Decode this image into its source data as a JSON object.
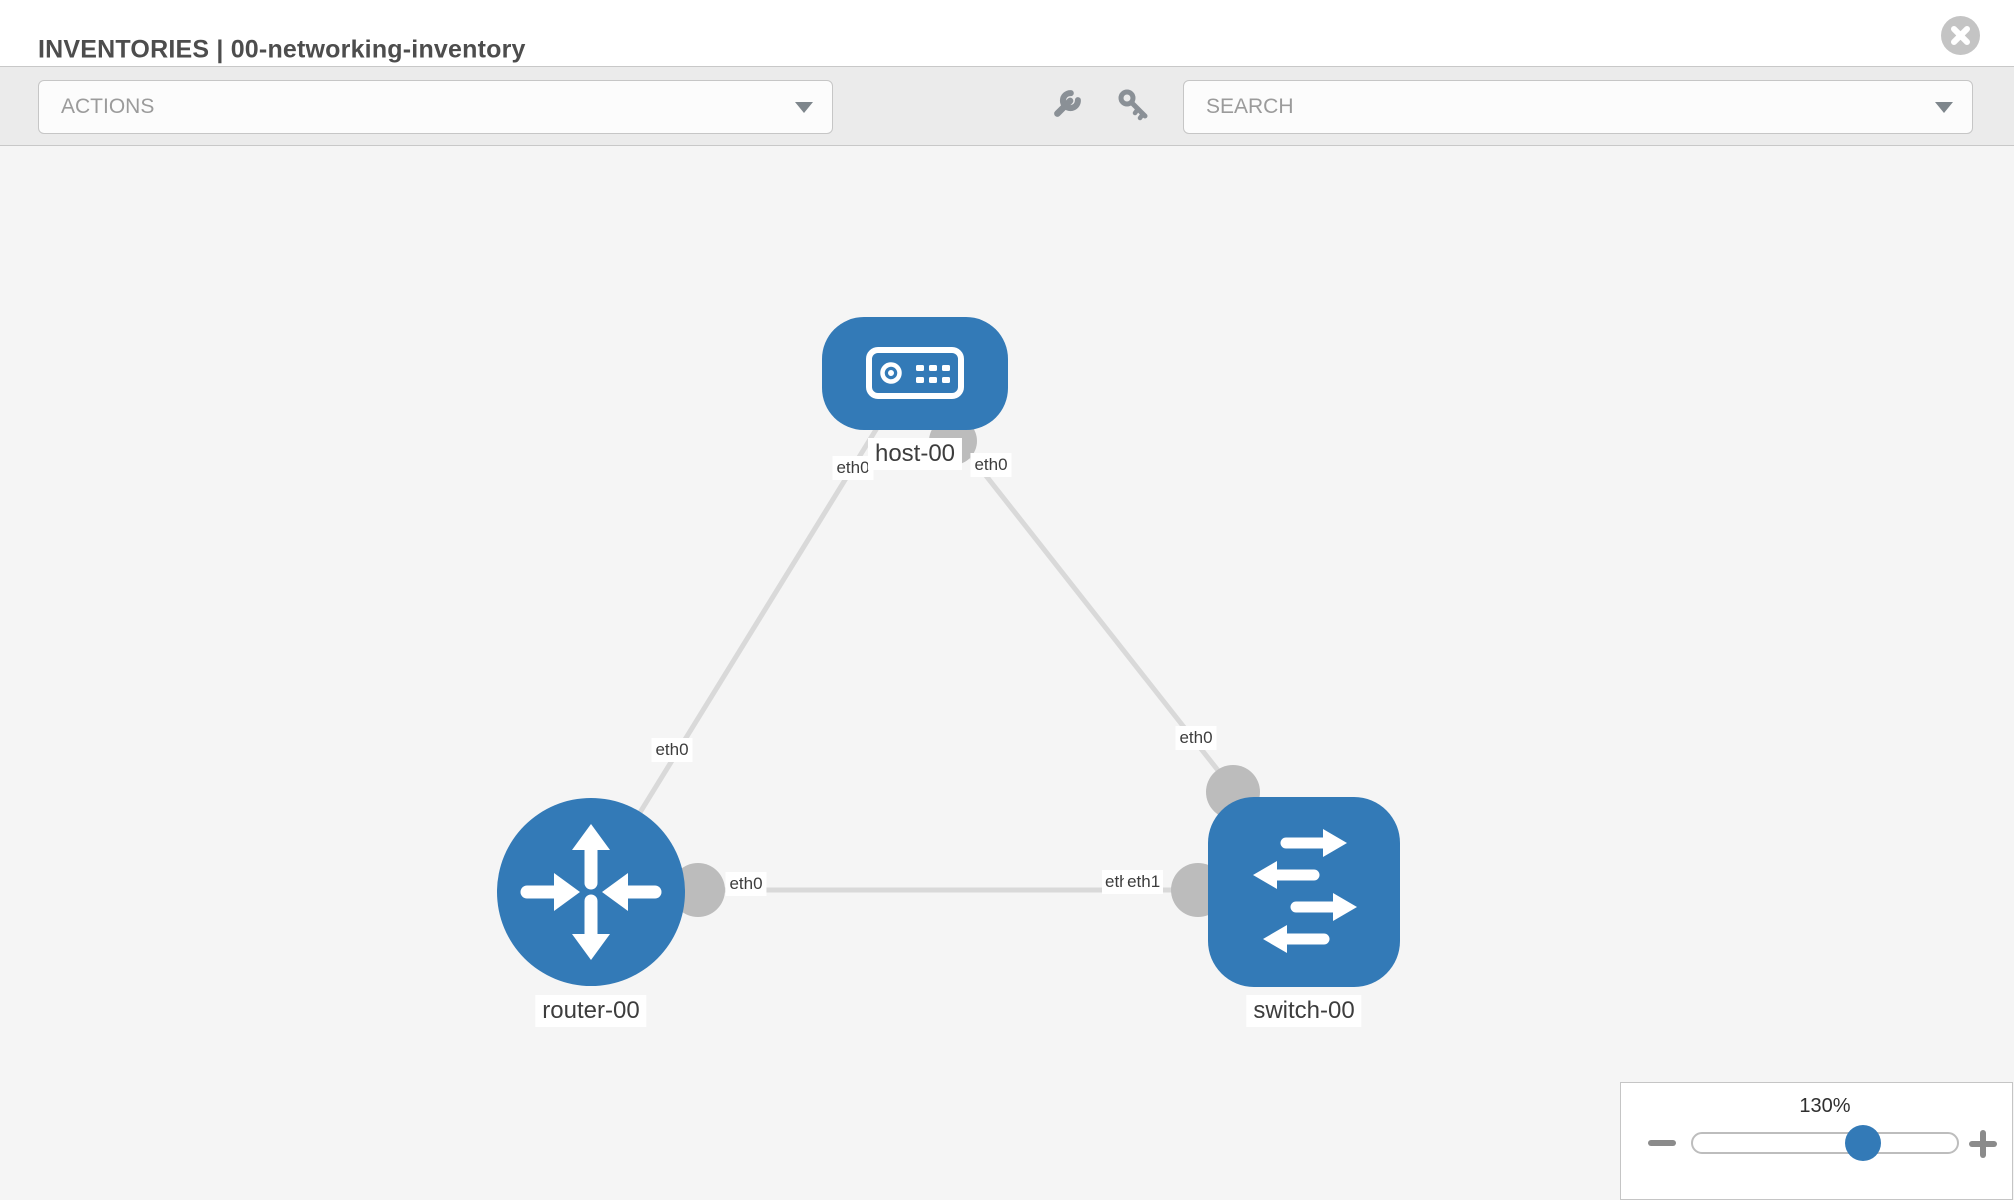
{
  "header": {
    "title": "INVENTORIES | 00-networking-inventory"
  },
  "toolbar": {
    "actions_label": "ACTIONS",
    "search_label": "SEARCH",
    "icons": [
      "wrench-icon",
      "key-icon"
    ]
  },
  "diagram": {
    "nodes": [
      {
        "id": "host-00",
        "type": "host",
        "label": "host-00"
      },
      {
        "id": "router-00",
        "type": "router",
        "label": "router-00"
      },
      {
        "id": "switch-00",
        "type": "switch",
        "label": "switch-00"
      }
    ],
    "links": [
      {
        "source": "host-00",
        "target": "router-00",
        "source_interface": "eth0",
        "target_interface": "eth0"
      },
      {
        "source": "host-00",
        "target": "switch-00",
        "source_interface": "eth0",
        "target_interface": "eth0"
      },
      {
        "source": "router-00",
        "target": "switch-00",
        "source_interface": "eth0",
        "target_interface": "eth1"
      }
    ],
    "interface_labels": {
      "host_left": "eth0",
      "host_right": "eth0",
      "router_link": "eth0",
      "router_port": "eth0",
      "switch_top": "eth0",
      "switch_left_back": "eth0",
      "switch_left_front": "eth1"
    },
    "colors": {
      "node_fill": "#337ab7",
      "port_fill": "#bcbcbc",
      "link_stroke": "#d9d9d9",
      "canvas_bg": "#f5f5f5"
    }
  },
  "zoom_control": {
    "level": "130%"
  }
}
